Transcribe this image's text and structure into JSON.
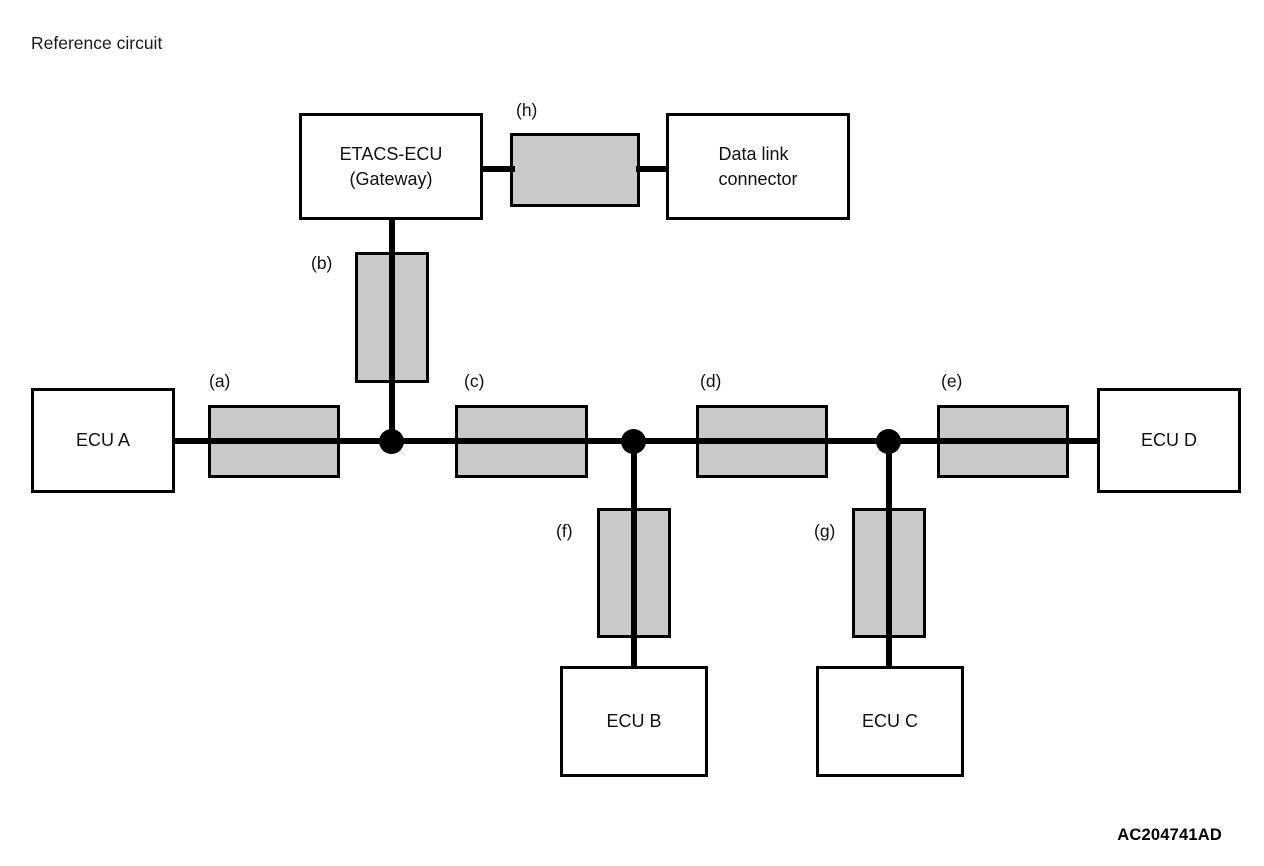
{
  "page": {
    "title": "Reference circuit",
    "figure_code": "AC204741AD",
    "background_color": "#ffffff",
    "line_color": "#000000",
    "connector_fill_color": "#c9c9c9"
  },
  "nodes": {
    "etacs_ecu": "ETACS-ECU\n(Gateway)",
    "data_link_connector": "Data link\nconnector",
    "ecu_a": "ECU A",
    "ecu_b": "ECU B",
    "ecu_c": "ECU C",
    "ecu_d": "ECU D"
  },
  "connector_labels": {
    "a": "(a)",
    "b": "(b)",
    "c": "(c)",
    "d": "(d)",
    "e": "(e)",
    "f": "(f)",
    "g": "(g)",
    "h": "(h)"
  },
  "chart_data": {
    "type": "diagram",
    "title": "Reference circuit",
    "description": "CAN bus reference circuit showing ECU A, ECU B, ECU C and ECU D connected to a main bus, with the ETACS-ECU (Gateway) branching to the bus and to the Data link connector. Lettered grey blocks (a)-(h) mark wiring harness connectors.",
    "blocks": [
      {
        "id": "etacs_ecu",
        "label": "ETACS-ECU (Gateway)",
        "kind": "ecu"
      },
      {
        "id": "data_link_connector",
        "label": "Data link connector",
        "kind": "ecu"
      },
      {
        "id": "ecu_a",
        "label": "ECU A",
        "kind": "ecu"
      },
      {
        "id": "ecu_b",
        "label": "ECU B",
        "kind": "ecu"
      },
      {
        "id": "ecu_c",
        "label": "ECU C",
        "kind": "ecu"
      },
      {
        "id": "ecu_d",
        "label": "ECU D",
        "kind": "ecu"
      },
      {
        "id": "a",
        "label": "(a)",
        "kind": "connector"
      },
      {
        "id": "b",
        "label": "(b)",
        "kind": "connector"
      },
      {
        "id": "c",
        "label": "(c)",
        "kind": "connector"
      },
      {
        "id": "d",
        "label": "(d)",
        "kind": "connector"
      },
      {
        "id": "e",
        "label": "(e)",
        "kind": "connector"
      },
      {
        "id": "f",
        "label": "(f)",
        "kind": "connector"
      },
      {
        "id": "g",
        "label": "(g)",
        "kind": "connector"
      },
      {
        "id": "h",
        "label": "(h)",
        "kind": "connector"
      }
    ],
    "edges": [
      {
        "from": "ecu_a",
        "to": "junction_1",
        "via": "a"
      },
      {
        "from": "etacs_ecu",
        "to": "junction_1",
        "via": "b"
      },
      {
        "from": "junction_1",
        "to": "junction_2",
        "via": "c"
      },
      {
        "from": "junction_2",
        "to": "junction_3",
        "via": "d"
      },
      {
        "from": "junction_3",
        "to": "ecu_d",
        "via": "e"
      },
      {
        "from": "junction_2",
        "to": "ecu_b",
        "via": "f"
      },
      {
        "from": "junction_3",
        "to": "ecu_c",
        "via": "g"
      },
      {
        "from": "etacs_ecu",
        "to": "data_link_connector",
        "via": "h"
      }
    ],
    "junctions": [
      "junction_1",
      "junction_2",
      "junction_3"
    ]
  }
}
